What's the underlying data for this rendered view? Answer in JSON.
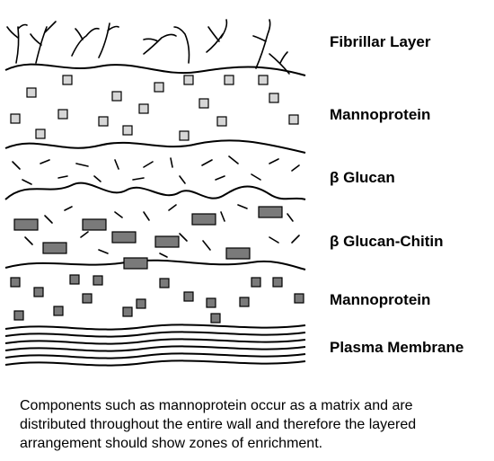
{
  "layers": [
    {
      "label": "Fibrillar Layer"
    },
    {
      "label": "Mannoprotein"
    },
    {
      "label": "β Glucan"
    },
    {
      "label": "β Glucan-Chitin"
    },
    {
      "label": "Mannoprotein"
    },
    {
      "label": "Plasma Membrane"
    }
  ],
  "caption": "Components such as mannoprotein occur as a matrix and are distributed throughout the entire wall and therefore the layered arrangement should show zones of enrichment.",
  "colors": {
    "line": "#000000",
    "mannoprotein_light_fill": "#d6d6d6",
    "mannoprotein_dark_fill": "#7a7a7a",
    "glucan_chitin_fill": "#7a7a7a",
    "background": "#ffffff"
  }
}
